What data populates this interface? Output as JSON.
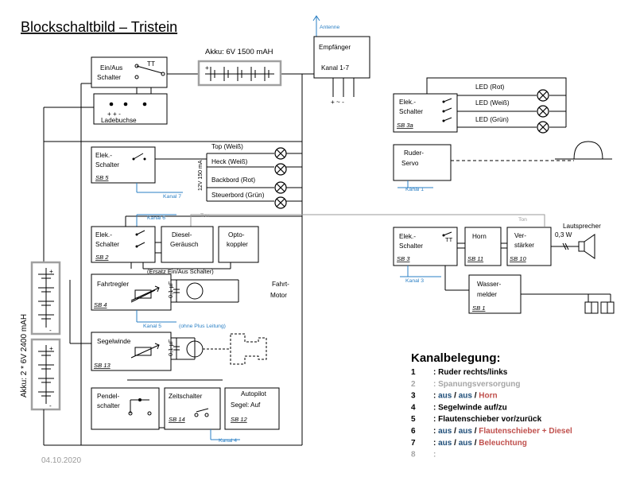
{
  "title": "Blockschaltbild – Tristein",
  "date": "04.10.2020",
  "antenna": "Antenne",
  "receiver": {
    "line1": "Empfänger",
    "line2": "Kanal 1-7",
    "pins": "+ ~ -"
  },
  "battery_main": "Akku: 6V 1500 mAH",
  "battery_side": "Akku: 2 * 6V 2400 mAH",
  "onoff": {
    "line1": "Ein/Aus",
    "line2": "Schalter"
  },
  "charge": {
    "pins": "+      +      -",
    "label": "Ladebuchse"
  },
  "sb5": {
    "line1": "Elek.-",
    "line2": "Schalter",
    "id": "SB 5"
  },
  "lights": [
    "Top (Weiß)",
    "Heck (Weiß)",
    "Backbord (Rot)",
    "Steuerbord (Grün)"
  ],
  "lights_current": "12V 150 mA",
  "kanal7": "Kanal 7",
  "kanal6": "Kanal 6",
  "ton": "Ton",
  "sb2": {
    "line1": "Elek.-",
    "line2": "Schalter",
    "id": "SB 2"
  },
  "diesel": {
    "line1": "Diesel-",
    "line2": "Geräusch"
  },
  "opto": {
    "line1": "Opto-",
    "line2": "koppler"
  },
  "ersatz": "(Ersatz Ein/Aus Schalter)",
  "sb4": {
    "line1": "Fahrtregler",
    "id": "SB 4"
  },
  "cap1": "0,1 µF",
  "motor": {
    "line1": "Fahrt-",
    "line2": "Motor"
  },
  "kanal5": "Kanal 5",
  "kanal5_note": "(ohne Plus Leitung)",
  "sb13": {
    "line1": "Segelwinde",
    "id": "SB 13"
  },
  "cap2": "0,1 µF",
  "pendel": {
    "line1": "Pendel-",
    "line2": "schalter"
  },
  "sb14": {
    "line1": "Zeitschalter",
    "id": "SB 14"
  },
  "sb12": {
    "line1": "Autopilot",
    "line2": "Segel: Auf",
    "id": "SB 12"
  },
  "kanal4": "Kanal 4",
  "sb3a": {
    "line1": "Elek.-",
    "line2": "Schalter",
    "id": "SB 3a"
  },
  "leds": [
    "LED (Rot)",
    "LED (Weiß)",
    "LED (Grün)"
  ],
  "servo": {
    "line1": "Ruder-",
    "line2": "Servo"
  },
  "kanal1": "Kanal 1",
  "sb3": {
    "line1": "Elek.-",
    "line2": "Schalter",
    "id": "SB 3"
  },
  "horn": {
    "line1": "Horn",
    "id": "SB 11"
  },
  "amp": {
    "line1": "Ver-",
    "line2": "stärker",
    "id": "SB 10"
  },
  "speaker": {
    "line1": "Lautsprecher",
    "line2": "0,3 W"
  },
  "kanal3": "Kanal 3",
  "water": {
    "line1": "Wasser-",
    "line2": "melder",
    "id": "SB 1"
  },
  "kanalbelegung": {
    "heading": "Kanalbelegung:",
    "colors": {
      "black": "#000000",
      "gray": "#a6a6a6",
      "blue": "#1f4e79",
      "red": "#c0504d"
    },
    "rows": [
      {
        "n": "1",
        "color": "black",
        "parts": [
          {
            "text": ": Ruder rechts/links",
            "color": "black"
          }
        ]
      },
      {
        "n": "2",
        "color": "gray",
        "parts": [
          {
            "text": ": Spanungsversorgung",
            "color": "gray"
          }
        ]
      },
      {
        "n": "3",
        "color": "black",
        "parts": [
          {
            "text": ": ",
            "color": "black"
          },
          {
            "text": "aus",
            "color": "blue"
          },
          {
            "text": " / ",
            "color": "black"
          },
          {
            "text": "aus",
            "color": "blue"
          },
          {
            "text": " / ",
            "color": "black"
          },
          {
            "text": "Horn",
            "color": "red"
          }
        ]
      },
      {
        "n": "4",
        "color": "black",
        "parts": [
          {
            "text": ": Segelwinde auf/zu",
            "color": "black"
          }
        ]
      },
      {
        "n": "5",
        "color": "black",
        "parts": [
          {
            "text": ": Flautenschieber vor/zurück",
            "color": "black"
          }
        ]
      },
      {
        "n": "6",
        "color": "black",
        "parts": [
          {
            "text": ": ",
            "color": "black"
          },
          {
            "text": "aus",
            "color": "blue"
          },
          {
            "text": " / ",
            "color": "black"
          },
          {
            "text": "aus",
            "color": "blue"
          },
          {
            "text": " / ",
            "color": "black"
          },
          {
            "text": "Flautenschieber + Diesel",
            "color": "red"
          }
        ]
      },
      {
        "n": "7",
        "color": "black",
        "parts": [
          {
            "text": ": ",
            "color": "black"
          },
          {
            "text": "aus",
            "color": "blue"
          },
          {
            "text": " / ",
            "color": "black"
          },
          {
            "text": "aus",
            "color": "blue"
          },
          {
            "text": " / ",
            "color": "black"
          },
          {
            "text": "Beleuchtung",
            "color": "red"
          }
        ]
      },
      {
        "n": "8",
        "color": "gray",
        "parts": [
          {
            "text": ":",
            "color": "gray"
          }
        ]
      }
    ]
  }
}
